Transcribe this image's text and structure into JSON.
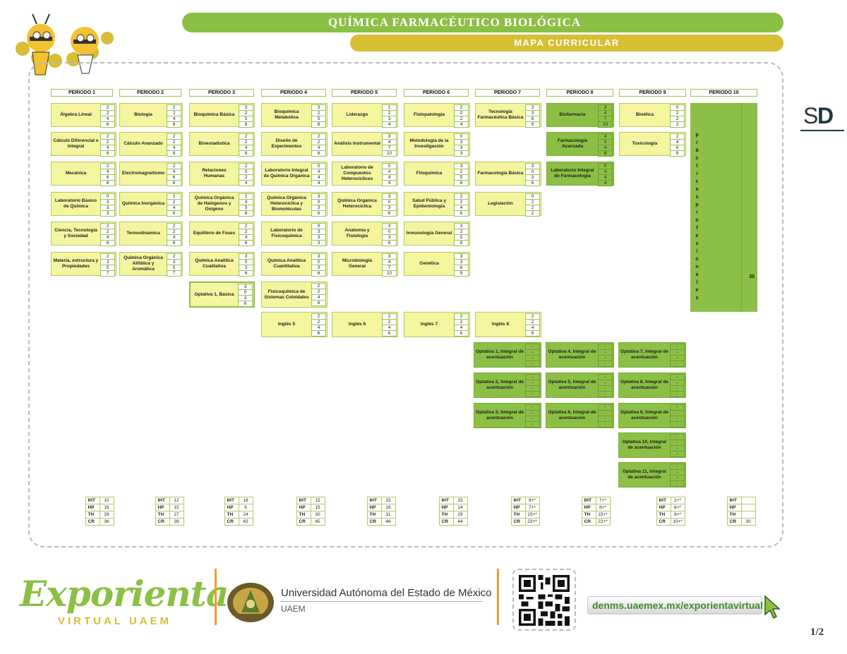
{
  "header": {
    "title": "QUÍMICA FARMACÉUTICO BIOLÓGICA",
    "subtitle": "MAPA CURRICULAR"
  },
  "side_logo": {
    "s": "S",
    "d": "D"
  },
  "periods": [
    "PERIODO 1",
    "PERIODO 2",
    "PERIODO 3",
    "PERIODO 4",
    "PERIODO 5",
    "PERIODO 6",
    "PERIODO 7",
    "PERIODO 8",
    "PERIODO 9",
    "PERIODO 10"
  ],
  "courses": [
    {
      "name": "Álgebra Lineal",
      "nums": [
        "2",
        "2",
        "4",
        "6"
      ]
    },
    {
      "name": "Cálculo Diferencial e Integral",
      "nums": [
        "2",
        "2",
        "4",
        "6"
      ]
    },
    {
      "name": "Mecánica",
      "nums": [
        "2",
        "4",
        "6",
        "8"
      ]
    },
    {
      "name": "Laboratorio Básico de Química",
      "nums": [
        "0",
        "3",
        "3",
        "3"
      ]
    },
    {
      "name": "Ciencia, Tecnología y Sociedad",
      "nums": [
        "2",
        "2",
        "4",
        "6"
      ]
    },
    {
      "name": "Materia, estructura y Propiedades",
      "nums": [
        "2",
        "3",
        "5",
        "7"
      ]
    },
    {
      "name": "Biología",
      "nums": [
        "2",
        "2",
        "4",
        "6"
      ]
    },
    {
      "name": "Cálculo Avanzado",
      "nums": [
        "2",
        "2",
        "4",
        "6"
      ]
    },
    {
      "name": "Electromagnetismo",
      "nums": [
        "2",
        "4",
        "6",
        "8"
      ]
    },
    {
      "name": "Química Inorgánica",
      "nums": [
        "2",
        "2",
        "4",
        "6"
      ]
    },
    {
      "name": "Termodinámica",
      "nums": [
        "2",
        "2",
        "4",
        "6"
      ]
    },
    {
      "name": "Química Orgánica Alifática y Aromática",
      "nums": [
        "2",
        "3",
        "5",
        "7"
      ]
    },
    {
      "name": "Bioquímica Básica",
      "nums": [
        "3",
        "2",
        "5",
        "8"
      ]
    },
    {
      "name": "Bioestadística",
      "nums": [
        "2",
        "2",
        "4",
        "6"
      ]
    },
    {
      "name": "Relaciones Humanas",
      "nums": [
        "2",
        "0",
        "2",
        "4"
      ]
    },
    {
      "name": "Química Orgánica de Halógenos y Oxígeno",
      "nums": [
        "2",
        "3",
        "5",
        "6"
      ]
    },
    {
      "name": "Equilibrio de Fases",
      "nums": [
        "2",
        "2",
        "4",
        "6"
      ]
    },
    {
      "name": "Química Analítica Cualitativa",
      "nums": [
        "3",
        "0",
        "3",
        "6"
      ]
    },
    {
      "name": "Optativa 1, Básica",
      "nums": [
        "3",
        "0",
        "3",
        "6"
      ]
    },
    {
      "name": "Bioquímica Metabólica",
      "nums": [
        "3",
        "2",
        "5",
        "8"
      ]
    },
    {
      "name": "Diseño de Experimentos",
      "nums": [
        "2",
        "2",
        "4",
        "6"
      ]
    },
    {
      "name": "Laboratorio Integral de Química Orgánica",
      "nums": [
        "0",
        "4",
        "4",
        "4"
      ]
    },
    {
      "name": "Química Orgánica Heterocíclica y Biomoléculas",
      "nums": [
        "3",
        "0",
        "3",
        "6"
      ]
    },
    {
      "name": "Laboratorio de Fisicoquímica",
      "nums": [
        "0",
        "3",
        "3",
        "3"
      ]
    },
    {
      "name": "Química Analítica Cuantitativa",
      "nums": [
        "3",
        "0",
        "3",
        "6"
      ]
    },
    {
      "name": "Fisicoquímica de Sistemas Coloidales",
      "nums": [
        "2",
        "2",
        "4",
        "6"
      ]
    },
    {
      "name": "Inglés 5",
      "nums": [
        "2",
        "2",
        "4",
        "6"
      ]
    },
    {
      "name": "Liderazgo",
      "nums": [
        "1",
        "2",
        "3",
        "4"
      ]
    },
    {
      "name": "Análisis Instrumental",
      "nums": [
        "3",
        "4",
        "7",
        "10"
      ]
    },
    {
      "name": "Laboratorio de Compuestos Heterocíclicos",
      "nums": [
        "0",
        "4",
        "4",
        "4"
      ]
    },
    {
      "name": "Química Orgánica Heterocíclica",
      "nums": [
        "3",
        "0",
        "3",
        "6"
      ]
    },
    {
      "name": "Anatomía y Fisiología",
      "nums": [
        "3",
        "0",
        "3",
        "6"
      ]
    },
    {
      "name": "Microbiología General",
      "nums": [
        "3",
        "4",
        "7",
        "10"
      ]
    },
    {
      "name": "Inglés 6",
      "nums": [
        "2",
        "2",
        "4",
        "6"
      ]
    },
    {
      "name": "Fisiopatología",
      "nums": [
        "2",
        "0",
        "2",
        "4"
      ]
    },
    {
      "name": "Metodología de la Investigación",
      "nums": [
        "0",
        "3",
        "3",
        "3"
      ]
    },
    {
      "name": "Fitoquímica",
      "nums": [
        "3",
        "2",
        "5",
        "8"
      ]
    },
    {
      "name": "Salud Pública y Epidemiología",
      "nums": [
        "2",
        "2",
        "4",
        "6"
      ]
    },
    {
      "name": "Inmunología General",
      "nums": [
        "3",
        "2",
        "5",
        "8"
      ]
    },
    {
      "name": "Genética",
      "nums": [
        "3",
        "3",
        "6",
        "9"
      ]
    },
    {
      "name": "Inglés 7",
      "nums": [
        "2",
        "2",
        "4",
        "6"
      ]
    },
    {
      "name": "Tecnología Farmacéutica Básica",
      "nums": [
        "3",
        "3",
        "6",
        "9"
      ]
    },
    {
      "name": "Farmacología Básica",
      "nums": [
        "3",
        "0",
        "3",
        "6"
      ]
    },
    {
      "name": "Legislación",
      "nums": [
        "0",
        "2",
        "2",
        "2"
      ]
    },
    {
      "name": "Inglés 8",
      "nums": [
        "2",
        "2",
        "4",
        "6"
      ]
    },
    {
      "name": "Optativa 1, Integral de acentuación",
      "nums": [
        "-",
        "-",
        "-",
        "-"
      ]
    },
    {
      "name": "Optativa 2, Integral de acentuación",
      "nums": [
        "-",
        "-",
        "-",
        "-"
      ]
    },
    {
      "name": "Optativa 3, Integral de acentuación",
      "nums": [
        "-",
        "-",
        "-",
        "-"
      ]
    },
    {
      "name": "Biofarmacia",
      "nums": [
        "3",
        "4",
        "7",
        "10"
      ]
    },
    {
      "name": "Farmacología Avanzada",
      "nums": [
        "4",
        "0",
        "4",
        "8"
      ]
    },
    {
      "name": "Laboratorio Integral de Farmacología",
      "nums": [
        "0",
        "4",
        "4",
        "4"
      ]
    },
    {
      "name": "Optativa 4, Integral de acentuación",
      "nums": [
        "-",
        "-",
        "-",
        "-"
      ]
    },
    {
      "name": "Optativa 5, Integral de acentuación",
      "nums": [
        "-",
        "-",
        "-",
        "-"
      ]
    },
    {
      "name": "Optativa 6, Integral de acentuación",
      "nums": [
        "-",
        "-",
        "-",
        "-"
      ]
    },
    {
      "name": "Bioética",
      "nums": [
        "0",
        "2",
        "2",
        "2"
      ]
    },
    {
      "name": "Toxicología",
      "nums": [
        "2",
        "4",
        "6",
        "8"
      ]
    },
    {
      "name": "Optativa 7, Integral de acentuación",
      "nums": [
        "-",
        "-",
        "-",
        "-"
      ]
    },
    {
      "name": "Optativa 8, Integral de acentuación",
      "nums": [
        "-",
        "-",
        "-",
        "-"
      ]
    },
    {
      "name": "Optativa 9, Integral de acentuación",
      "nums": [
        "-",
        "-",
        "-",
        "-"
      ]
    },
    {
      "name": "Optativa 10, Integral de acentuación",
      "nums": [
        "-",
        "-",
        "-",
        "-"
      ]
    },
    {
      "name": "Optativa 11, Integral de acentuación",
      "nums": [
        "-",
        "-",
        "-",
        "-"
      ]
    }
  ],
  "practicas": {
    "label": "prácticas profesionales",
    "credits": "30"
  },
  "totals_labels": [
    "IHT",
    "HP",
    "TH",
    "CR"
  ],
  "totals": [
    [
      "10",
      "16",
      "26",
      "36"
    ],
    [
      "12",
      "15",
      "27",
      "39"
    ],
    [
      "18",
      "6",
      "24",
      "42"
    ],
    [
      "15",
      "15",
      "30",
      "45"
    ],
    [
      "15",
      "16",
      "31",
      "46"
    ],
    [
      "15",
      "14",
      "29",
      "44"
    ],
    [
      "8+*",
      "7+*",
      "15+*",
      "23+*"
    ],
    [
      "7+*",
      "8+*",
      "15+*",
      "22+*"
    ],
    [
      "2+*",
      "6+*",
      "8+*",
      "10+*"
    ],
    [
      "",
      "",
      "",
      "30"
    ]
  ],
  "footer": {
    "brand": "Exporienta",
    "brand_sub": "VIRTUAL UAEM",
    "university": "Universidad Autónoma del Estado de México",
    "university_abbr": "UAEM",
    "url": "denms.uaemex.mx/exporientavirtual",
    "page": "1/2"
  },
  "colors": {
    "green": "#8cbf45",
    "gold": "#d6be35",
    "pale": "#f5f5a0",
    "orange": "#f29a2e"
  }
}
